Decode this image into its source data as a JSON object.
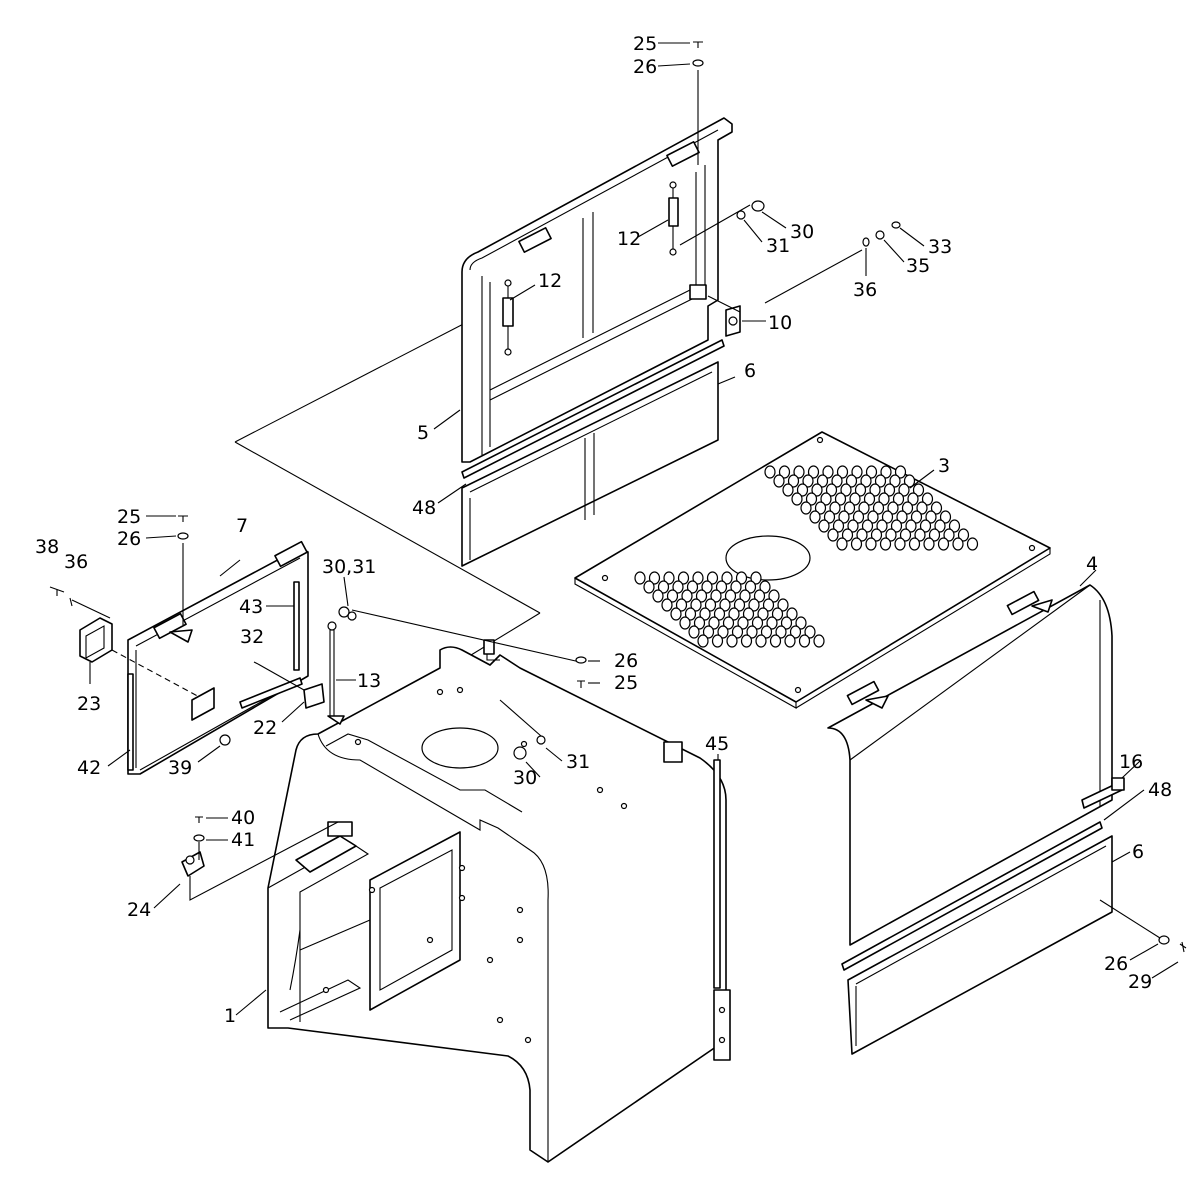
{
  "callouts": [
    {
      "id": "lbl-25-top",
      "text": "25"
    },
    {
      "id": "lbl-26-top",
      "text": "26"
    },
    {
      "id": "lbl-12-upper",
      "text": "12"
    },
    {
      "id": "lbl-30-upper",
      "text": "30"
    },
    {
      "id": "lbl-31-upper",
      "text": "31"
    },
    {
      "id": "lbl-33",
      "text": "33"
    },
    {
      "id": "lbl-35",
      "text": "35"
    },
    {
      "id": "lbl-36-right",
      "text": "36"
    },
    {
      "id": "lbl-12-left",
      "text": "12"
    },
    {
      "id": "lbl-10",
      "text": "10"
    },
    {
      "id": "lbl-6-upper",
      "text": "6"
    },
    {
      "id": "lbl-5",
      "text": "5"
    },
    {
      "id": "lbl-3",
      "text": "3"
    },
    {
      "id": "lbl-48-upper",
      "text": "48"
    },
    {
      "id": "lbl-25-left",
      "text": "25"
    },
    {
      "id": "lbl-26-left",
      "text": "26"
    },
    {
      "id": "lbl-7",
      "text": "7"
    },
    {
      "id": "lbl-38",
      "text": "38"
    },
    {
      "id": "lbl-36-left",
      "text": "36"
    },
    {
      "id": "lbl-30-31",
      "text": "30,31"
    },
    {
      "id": "lbl-4",
      "text": "4"
    },
    {
      "id": "lbl-43",
      "text": "43"
    },
    {
      "id": "lbl-32",
      "text": "32"
    },
    {
      "id": "lbl-26-mid",
      "text": "26"
    },
    {
      "id": "lbl-25-mid",
      "text": "25"
    },
    {
      "id": "lbl-13",
      "text": "13"
    },
    {
      "id": "lbl-23",
      "text": "23"
    },
    {
      "id": "lbl-22",
      "text": "22"
    },
    {
      "id": "lbl-45",
      "text": "45"
    },
    {
      "id": "lbl-31-mid",
      "text": "31"
    },
    {
      "id": "lbl-42",
      "text": "42"
    },
    {
      "id": "lbl-39",
      "text": "39"
    },
    {
      "id": "lbl-30-mid",
      "text": "30"
    },
    {
      "id": "lbl-16",
      "text": "16"
    },
    {
      "id": "lbl-48-right",
      "text": "48"
    },
    {
      "id": "lbl-40",
      "text": "40"
    },
    {
      "id": "lbl-41",
      "text": "41"
    },
    {
      "id": "lbl-6-right",
      "text": "6"
    },
    {
      "id": "lbl-24",
      "text": "24"
    },
    {
      "id": "lbl-26-right",
      "text": "26"
    },
    {
      "id": "lbl-29",
      "text": "29"
    },
    {
      "id": "lbl-1",
      "text": "1"
    }
  ]
}
